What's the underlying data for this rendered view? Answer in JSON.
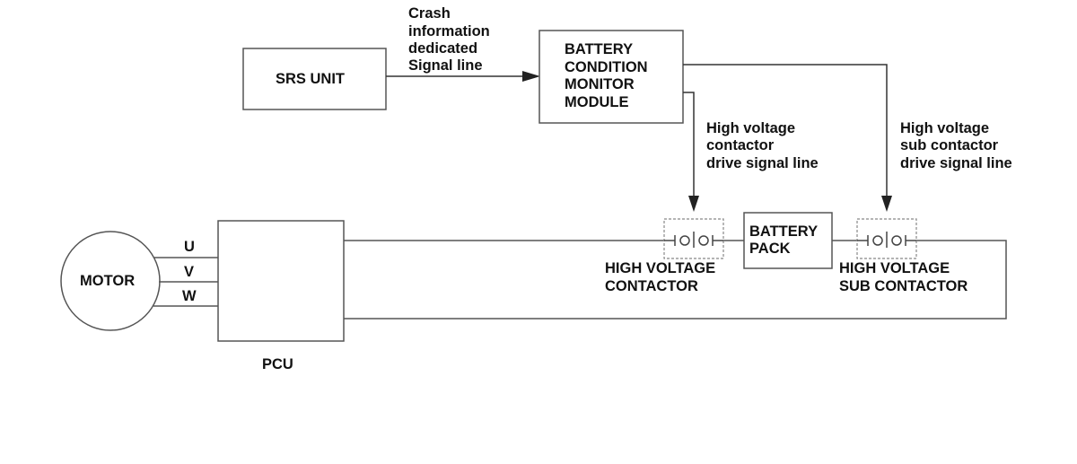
{
  "components": {
    "srs_unit": "SRS UNIT",
    "bcm_module": [
      "BATTERY",
      "CONDITION",
      "MONITOR",
      "MODULE"
    ],
    "battery_pack": [
      "BATTERY",
      "PACK"
    ],
    "motor": "MOTOR",
    "pcu": "PCU",
    "phases": [
      "U",
      "V",
      "W"
    ],
    "hv_contactor": [
      "HIGH VOLTAGE",
      "CONTACTOR"
    ],
    "hv_sub_contactor": [
      "HIGH VOLTAGE",
      "SUB CONTACTOR"
    ]
  },
  "signals": {
    "crash_line": [
      "Crash",
      "information",
      "dedicated",
      "Signal line"
    ],
    "hv_contactor_line": [
      "High voltage",
      "contactor",
      "drive signal line"
    ],
    "hv_sub_contactor_line": [
      "High voltage",
      "sub contactor",
      "drive signal line"
    ]
  },
  "colors": {
    "line": "#555555",
    "text": "#111111",
    "dashed_frame": "#888888"
  }
}
